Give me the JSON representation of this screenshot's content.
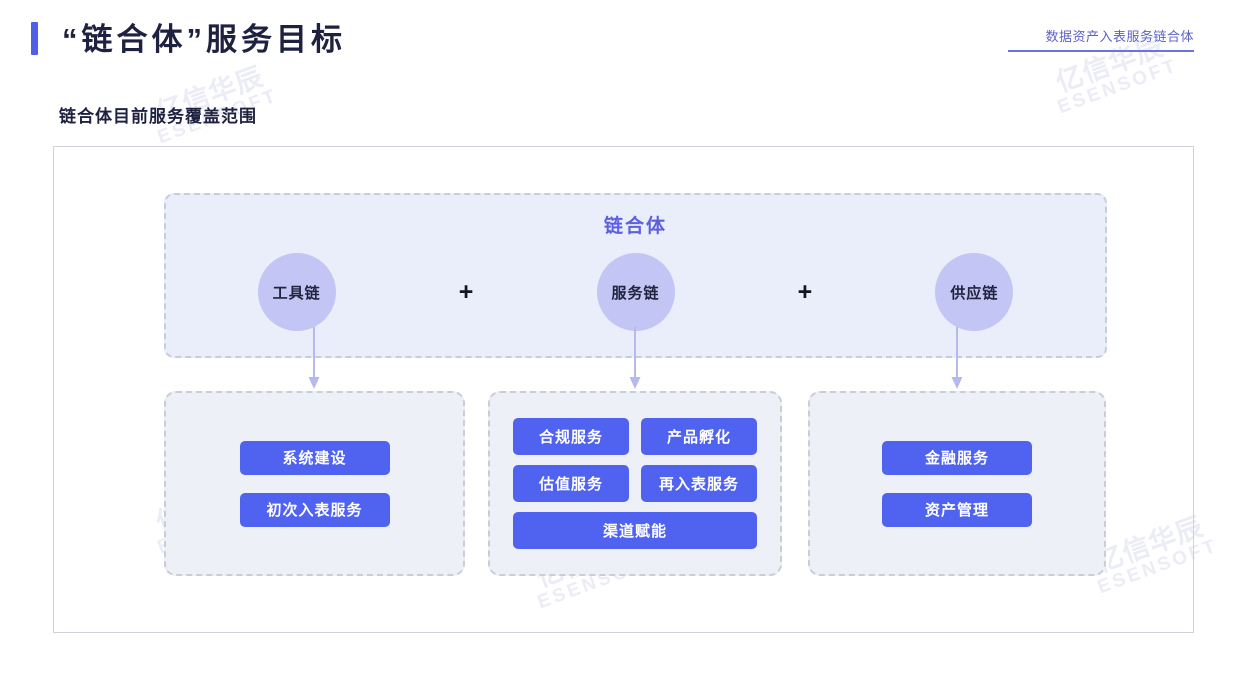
{
  "header": {
    "title": "“链合体”服务目标",
    "accent_color": "#4f5fe8",
    "corner_tag": "数据资产入表服务链合体"
  },
  "section": {
    "subtitle": "链合体目前服务覆盖范围"
  },
  "chain_group": {
    "title": "链合体",
    "title_color": "#5b5fe0",
    "node_color": "#c3c6f4",
    "plus_symbol": "+",
    "nodes": [
      {
        "label": "工具链"
      },
      {
        "label": "服务链"
      },
      {
        "label": "供应链"
      }
    ]
  },
  "service_boxes": [
    {
      "id": "tool-chain",
      "layout": "stack",
      "items": [
        {
          "label": "系统建设"
        },
        {
          "label": "初次入表服务"
        }
      ]
    },
    {
      "id": "service-chain",
      "layout": "grid",
      "rows": [
        [
          {
            "label": "合规服务"
          },
          {
            "label": "产品孵化"
          }
        ],
        [
          {
            "label": "估值服务"
          },
          {
            "label": "再入表服务"
          }
        ],
        [
          {
            "label": "渠道赋能"
          }
        ]
      ]
    },
    {
      "id": "supply-chain",
      "layout": "stack",
      "items": [
        {
          "label": "金融服务"
        },
        {
          "label": "资产管理"
        }
      ]
    }
  ],
  "theme": {
    "pill_color": "#5062f0",
    "group_bg": "#eaeefa",
    "box_bg": "#eef0f7",
    "dashed_border": "#c9cdd8",
    "arrow_color": "#b6b9ec",
    "frame_border": "#cfd2da"
  },
  "watermark": {
    "cn": "亿信华辰",
    "en": "ESENSOFT"
  }
}
